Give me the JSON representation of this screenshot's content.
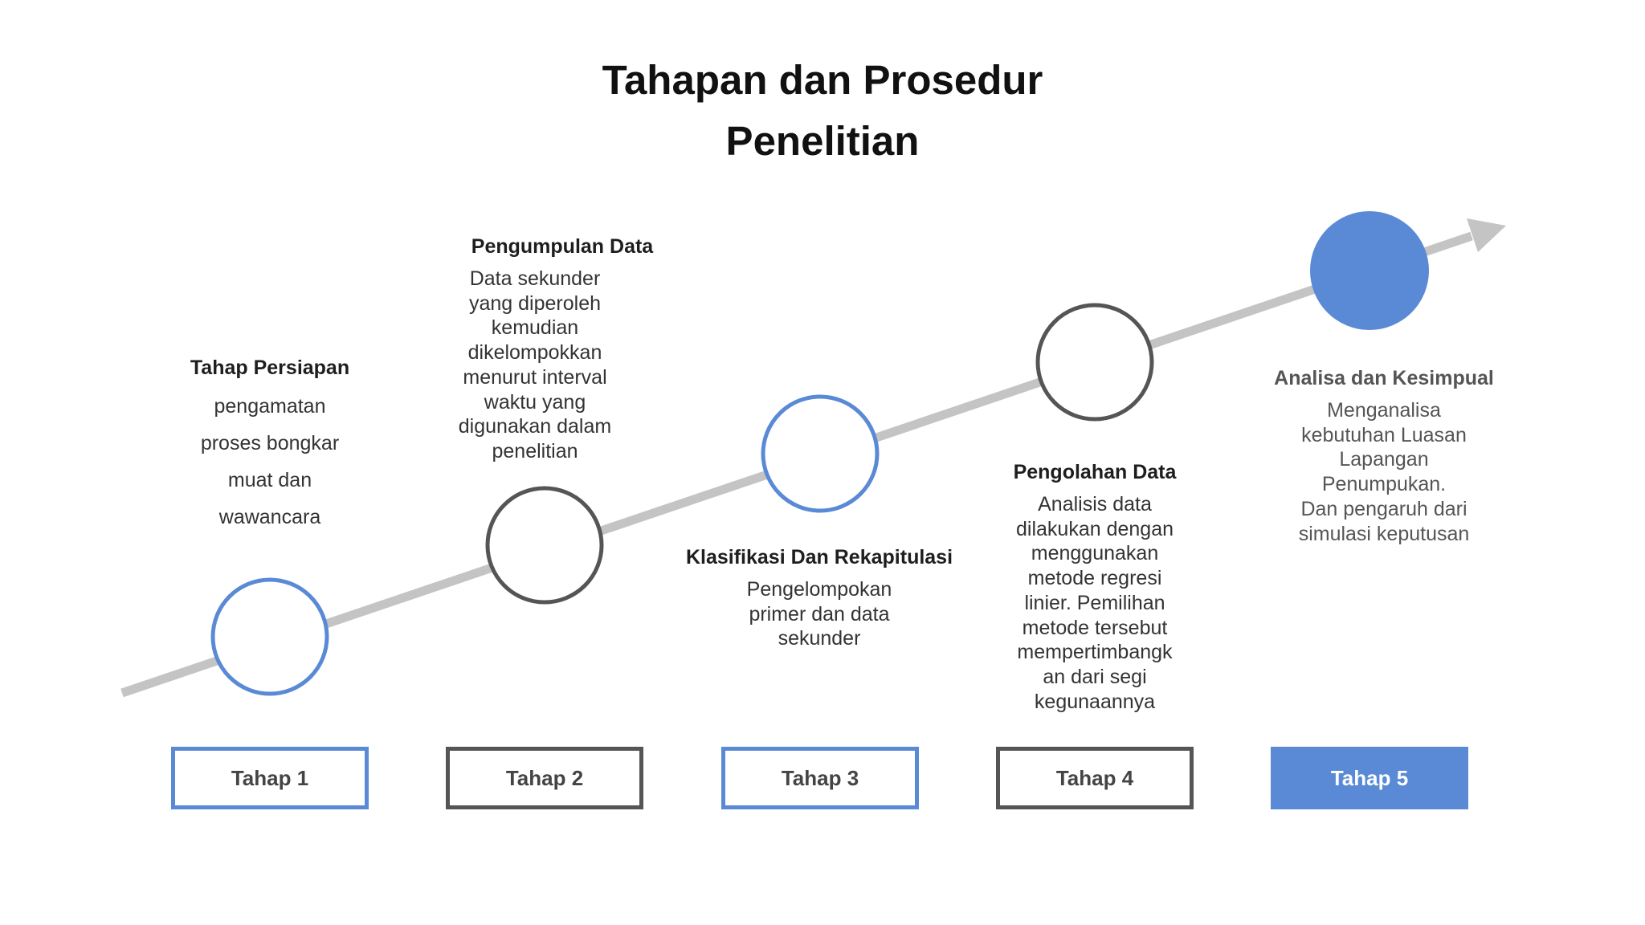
{
  "title": {
    "line1": "Tahapan dan Prosedur",
    "line2": "Penelitian"
  },
  "colors": {
    "accent_blue": "#5a8ad6",
    "outline_gray": "#555555",
    "timeline_gray": "#c4c4c4",
    "text_dark": "#222222"
  },
  "stages": [
    {
      "heading": "Tahap Persiapan",
      "body": [
        "pengamatan",
        "proses bongkar",
        "muat dan",
        "wawancara"
      ],
      "step_label": "Tahap 1",
      "style": "blue-outline"
    },
    {
      "heading": "Pengumpulan Data",
      "body": [
        "Data sekunder",
        "yang diperoleh",
        "kemudian",
        "dikelompokkan",
        "menurut interval",
        "waktu yang",
        "digunakan dalam",
        "penelitian"
      ],
      "step_label": "Tahap 2",
      "style": "gray-outline"
    },
    {
      "heading": "Klasifikasi Dan Rekapitulasi",
      "body": [
        "Pengelompokan",
        "primer dan data",
        "sekunder"
      ],
      "step_label": "Tahap 3",
      "style": "blue-outline"
    },
    {
      "heading": "Pengolahan Data",
      "body": [
        "Analisis data",
        "dilakukan dengan",
        "menggunakan",
        "metode regresi",
        "linier. Pemilihan",
        "metode tersebut",
        "mempertimbangk",
        "an dari segi",
        "kegunaannya"
      ],
      "step_label": "Tahap 4",
      "style": "gray-outline"
    },
    {
      "heading": "Analisa dan Kesimpual",
      "body": [
        "Menganalisa",
        "kebutuhan Luasan",
        "Lapangan",
        "Penumpukan.",
        "Dan pengaruh dari",
        "simulasi keputusan"
      ],
      "step_label": "Tahap 5",
      "style": "blue-filled"
    }
  ]
}
